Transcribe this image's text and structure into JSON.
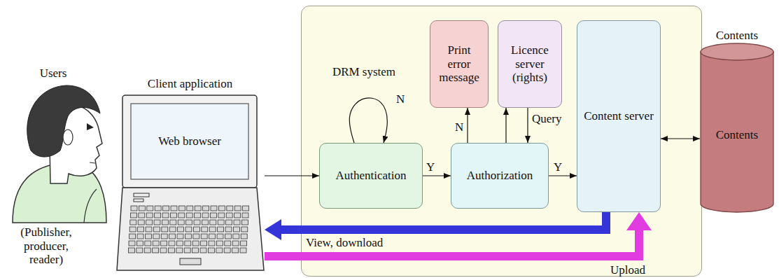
{
  "diagram": {
    "nodes": [
      {
        "text": [
          "Client application",
          "Web browser"
        ]
      },
      {
        "text": [
          "DRM system"
        ]
      },
      {
        "text": [
          "Authentication"
        ],
        "in": 1
      },
      {
        "text": [
          "Print error message"
        ],
        "in": 1
      },
      {
        "text": [
          "Licence server (rights)"
        ],
        "in": 1
      },
      {
        "text": [
          "Authorization"
        ],
        "in": 1
      },
      {
        "text": [
          "Content server"
        ],
        "in": 1
      },
      {
        "text": [
          "Contents",
          "Contents"
        ]
      }
    ],
    "edges": [
      {
        "from": 0,
        "to": 2,
        "arrow": "to"
      },
      {
        "from": 2,
        "to": 2,
        "label": "N",
        "arrow": "to"
      },
      {
        "from": 2,
        "to": 5,
        "label": "Y",
        "arrow": "to"
      },
      {
        "from": 5,
        "to": 3,
        "label": "N",
        "arrow": "to"
      },
      {
        "from": 5,
        "to": 4,
        "arrow": "to"
      },
      {
        "from": 4,
        "to": 5,
        "label": "Query",
        "arrow": "to"
      },
      {
        "from": 5,
        "to": 6,
        "label": "Y",
        "arrow": "to"
      },
      {
        "from": 6,
        "to": 7,
        "arrow": "both"
      },
      {
        "from": 6,
        "to": 0,
        "label": "View, download",
        "arrow": "to"
      },
      {
        "from": 0,
        "to": 6,
        "label": "Upload",
        "arrow": "to"
      }
    ],
    "labels": [
      "Users",
      "(Publisher, producer, reader)"
    ]
  }
}
